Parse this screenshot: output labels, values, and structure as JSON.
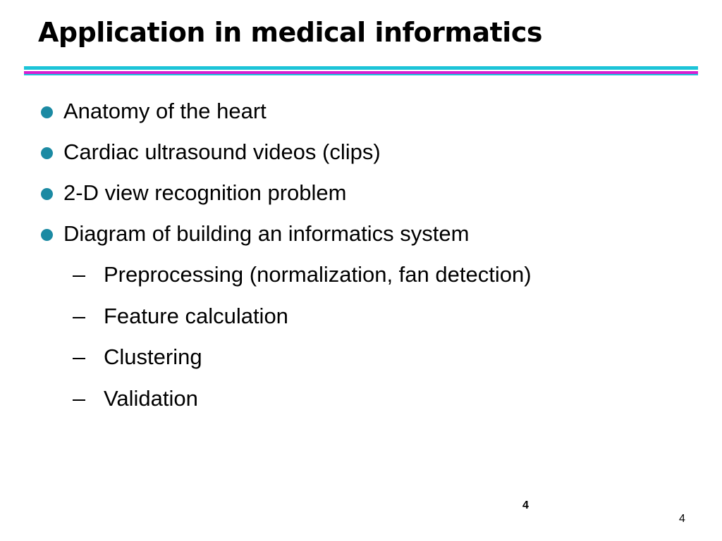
{
  "slide": {
    "title": "Application in medical informatics",
    "bullets": [
      {
        "level": 1,
        "text": "Anatomy of the heart"
      },
      {
        "level": 1,
        "text": "Cardiac ultrasound videos (clips)"
      },
      {
        "level": 1,
        "text": "2-D view recognition problem"
      },
      {
        "level": 1,
        "text": "Diagram of building an informatics system"
      },
      {
        "level": 2,
        "text": "Preprocessing (normalization, fan detection)"
      },
      {
        "level": 2,
        "text": "Feature calculation"
      },
      {
        "level": 2,
        "text": "Clustering"
      },
      {
        "level": 2,
        "text": "Validation"
      }
    ],
    "footer_number": "4",
    "slide_number": "4"
  },
  "colors": {
    "bullet_dot": "#1b8aa3",
    "rule_cyan": "#1cc4d8",
    "rule_magenta": "#d81fd0"
  }
}
